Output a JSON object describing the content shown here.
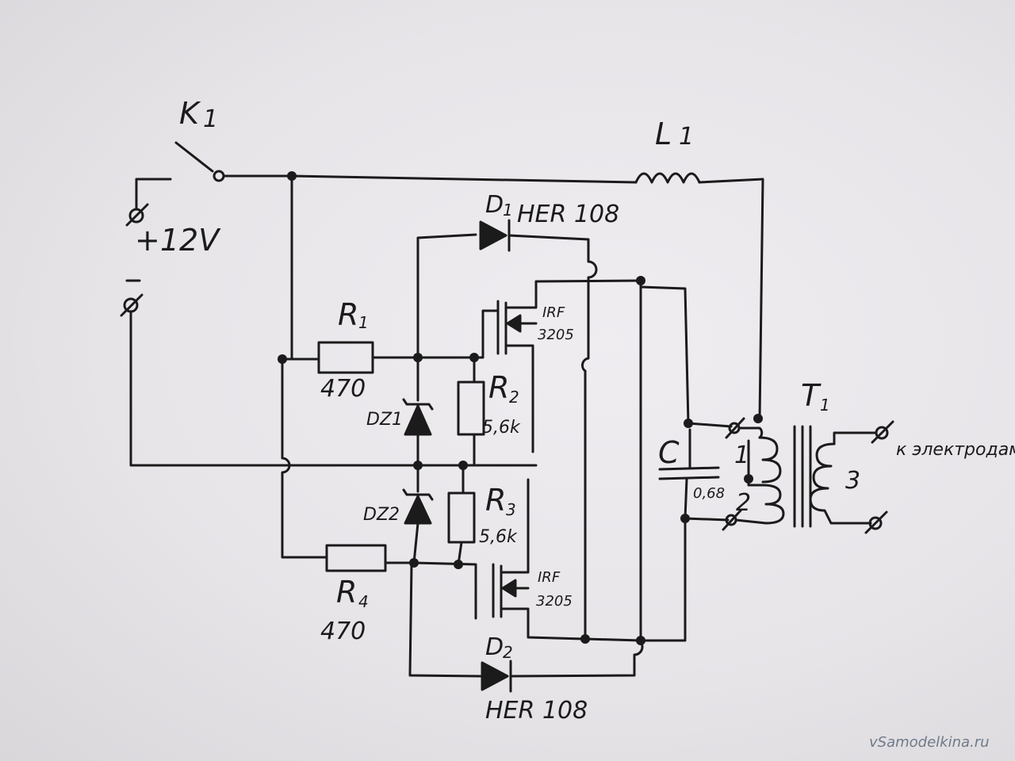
{
  "labels": {
    "k1": "K",
    "k1_sub": "1",
    "supply_pos": "+12V",
    "supply_neg": "−",
    "l1": "L",
    "l1_sub": "1",
    "d1": "D",
    "d1_sub": "1",
    "d1_type": "HER 108",
    "r1": "R",
    "r1_sub": "1",
    "r1_val": "470",
    "dz1": "DZ1",
    "r2": "R",
    "r2_sub": "2",
    "r2_val": "5,6k",
    "q1_type_a": "IRF",
    "q1_type_b": "3205",
    "dz2": "DZ2",
    "r3": "R",
    "r3_sub": "3",
    "r3_val": "5,6k",
    "r4": "R",
    "r4_sub": "4",
    "r4_val": "470",
    "q2_type_a": "IRF",
    "q2_type_b": "3205",
    "d2": "D",
    "d2_sub": "2",
    "d2_type": "HER 108",
    "c": "C",
    "c_val": "0,68",
    "t1": "T",
    "t1_sub": "1",
    "winding1": "1",
    "winding2": "2",
    "winding3": "3",
    "electrodes": "к электродам"
  },
  "watermark": "vSamodelkina.ru",
  "colors": {
    "paper": "#e7e5e8",
    "ink": "#1b1b1b",
    "watermark": "#6d7a8a"
  }
}
